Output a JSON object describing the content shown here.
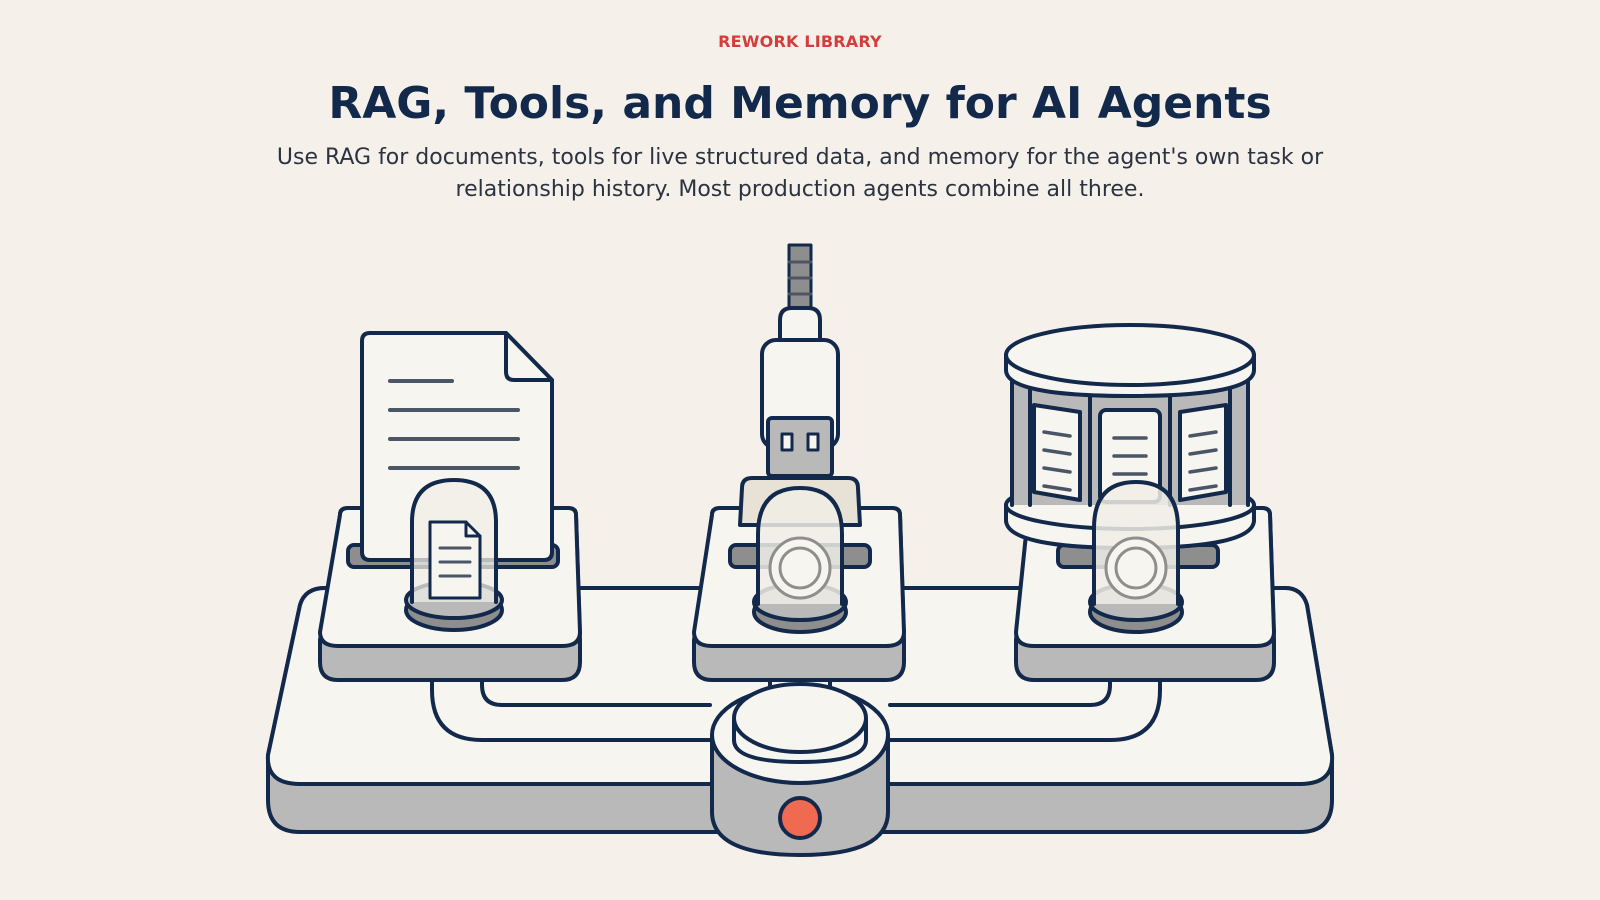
{
  "header": {
    "eyebrow": "REWORK LIBRARY",
    "title": "RAG, Tools, and Memory for AI Agents",
    "subtitle": "Use RAG for documents, tools for live structured data, and memory for the agent's own task or relationship history. Most production agents combine all three."
  },
  "illustration": {
    "icons": [
      "document-icon",
      "usb-connector-icon",
      "database-library-icon"
    ],
    "colors": {
      "background": "#f5f1ea",
      "outline": "#13294b",
      "fill_light": "#f7f5f0",
      "fill_shadow": "#b9b9b9",
      "dome_base": "#8e8e8e",
      "accent_button": "#f06a52",
      "eyebrow": "#d63c3c"
    }
  }
}
